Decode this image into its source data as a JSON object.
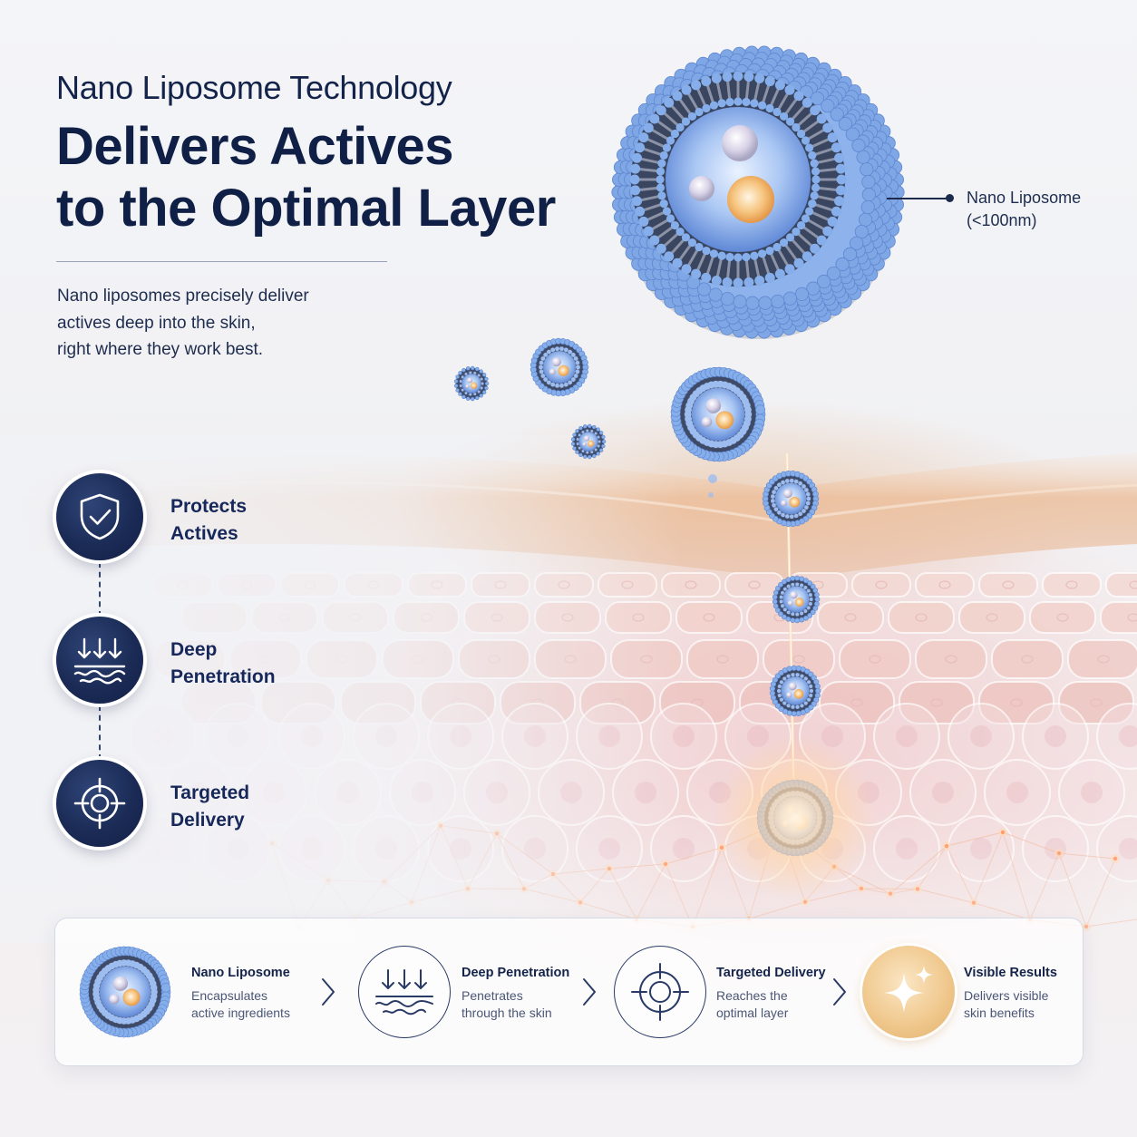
{
  "header": {
    "eyebrow": "Nano Liposome Technology",
    "headline_line1": "Delivers Actives",
    "headline_line2": "to the Optimal Layer",
    "intro_line1": "Nano liposomes precisely deliver",
    "intro_line2": "actives deep into the skin,",
    "intro_line3": "right where they work best."
  },
  "callout": {
    "name": "Nano Liposome",
    "size": "(<100nm)"
  },
  "features": [
    {
      "line1": "Protects",
      "line2": "Actives",
      "icon": "shield-check-icon"
    },
    {
      "line1": "Deep",
      "line2": "Penetration",
      "icon": "arrows-down-waves-icon"
    },
    {
      "line1": "Targeted",
      "line2": "Delivery",
      "icon": "crosshair-icon"
    }
  ],
  "steps": [
    {
      "title": "Nano Liposome",
      "desc_line1": "Encapsulates",
      "desc_line2": "active ingredients",
      "icon": "liposome-icon"
    },
    {
      "title": "Deep Penetration",
      "desc_line1": "Penetrates",
      "desc_line2": "through the skin",
      "icon": "arrows-down-waves-icon"
    },
    {
      "title": "Targeted Delivery",
      "desc_line1": "Reaches the",
      "desc_line2": "optimal layer",
      "icon": "crosshair-icon"
    },
    {
      "title": "Visible Results",
      "desc_line1": "Delivers visible",
      "desc_line2": "skin benefits",
      "icon": "sparkle-icon"
    }
  ],
  "colors": {
    "navy": "#13234a",
    "liposome_blue": "#7fa7e6",
    "gold": "#f0c98f",
    "skin_peach": "#eab48c"
  }
}
